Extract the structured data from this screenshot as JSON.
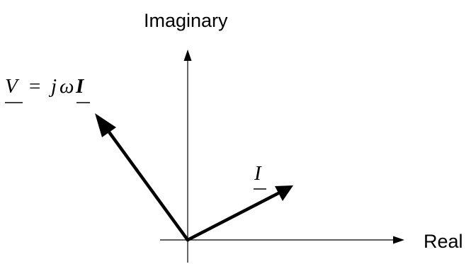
{
  "axes": {
    "vertical_label": "Imaginary",
    "horizontal_label": "Real"
  },
  "phasor_v": {
    "symbol": "V",
    "equals": "=",
    "j": "j",
    "omega": "ω",
    "current": "I"
  },
  "phasor_i": {
    "symbol": "I"
  },
  "colors": {
    "ink": "#000000",
    "background": "#ffffff"
  }
}
